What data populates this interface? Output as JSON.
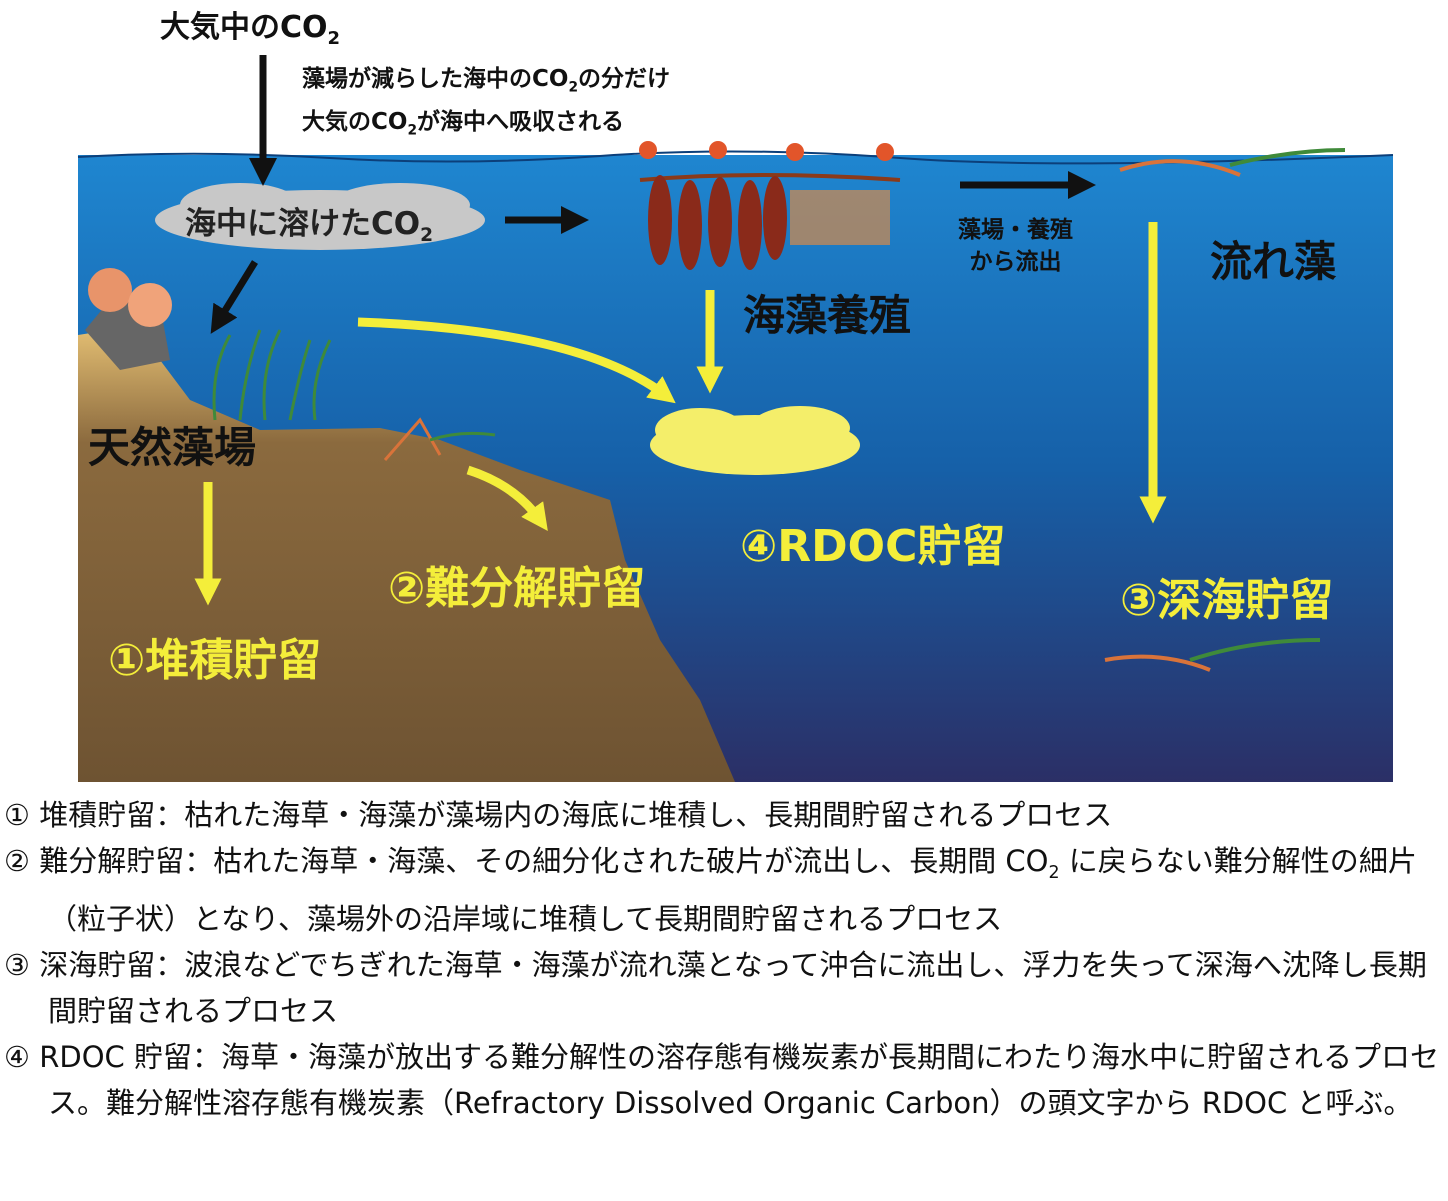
{
  "diagram": {
    "atmosphere_co2": "大気中のCO",
    "absorption_note_line1": "藻場が減らした海中のCO",
    "absorption_note_line1_tail": "の分だけ",
    "absorption_note_line2": "大気のCO",
    "absorption_note_line2_tail": "が海中へ吸収される",
    "dissolved_co2": "海中に溶けたCO",
    "subscript_2": "2",
    "aquaculture": "海藻養殖",
    "outflow_line1": "藻場・養殖",
    "outflow_line2": "から流出",
    "drift_seaweed": "流れ藻",
    "natural_bed": "天然藻場",
    "storage_1": "①堆積貯留",
    "storage_2": "②難分解貯留",
    "storage_3": "③深海貯留",
    "storage_4": "④RDOC貯留",
    "colors": {
      "sea_top": "#1f86d0",
      "sea_bottom": "#2b2f66",
      "seabed": "#6e5332",
      "arrow_yellow": "#f4ee3a"
    }
  },
  "captions": [
    {
      "text": "① 堆積貯留：枯れた海草・海藻が藻場内の海底に堆積し、長期間貯留されるプロセス"
    },
    {
      "text_a": "② 難分解貯留：枯れた海草・海藻、その細分化された破片が流出し、長期間 CO",
      "sub": "2",
      "text_b": " に戻らない難分解性の細片（粒子状）となり、藻場外の沿岸域に堆積して長期間貯留されるプロセス"
    },
    {
      "text": "③ 深海貯留：波浪などでちぎれた海草・海藻が流れ藻となって沖合に流出し、浮力を失って深海へ沈降し長期間貯留されるプロセス"
    },
    {
      "text": "④ RDOC 貯留：海草・海藻が放出する難分解性の溶存態有機炭素が長期間にわたり海水中に貯留されるプロセス。難分解性溶存態有機炭素（Refractory Dissolved Organic Carbon）の頭文字から RDOC と呼ぶ。"
    }
  ]
}
